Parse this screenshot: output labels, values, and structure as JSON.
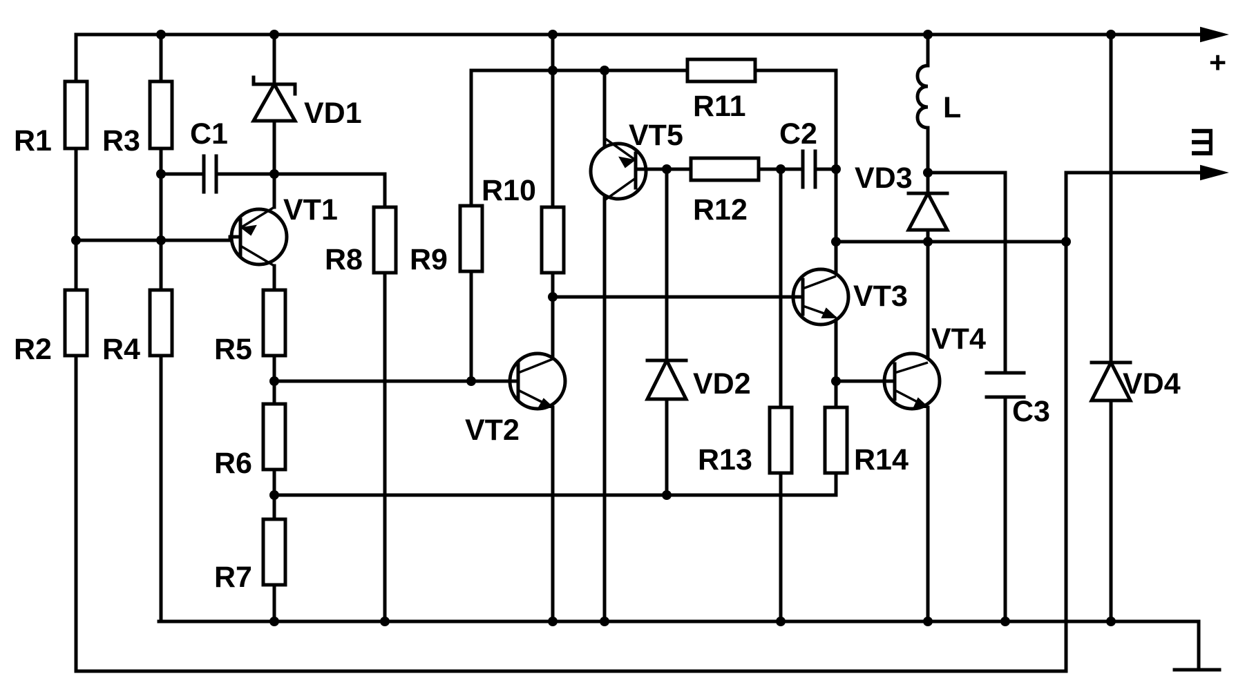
{
  "labels": {
    "R1": "R1",
    "R2": "R2",
    "R3": "R3",
    "R4": "R4",
    "R5": "R5",
    "R6": "R6",
    "R7": "R7",
    "R8": "R8",
    "R9": "R9",
    "R10": "R10",
    "R11": "R11",
    "R12": "R12",
    "R13": "R13",
    "R14": "R14",
    "C1": "C1",
    "C2": "C2",
    "C3": "C3",
    "VD1": "VD1",
    "VD2": "VD2",
    "VD3": "VD3",
    "VD4": "VD4",
    "VT1": "VT1",
    "VT2": "VT2",
    "VT3": "VT3",
    "VT4": "VT4",
    "VT5": "VT5",
    "L": "L"
  },
  "terminals": {
    "plus": "+",
    "sh": "Ш"
  }
}
